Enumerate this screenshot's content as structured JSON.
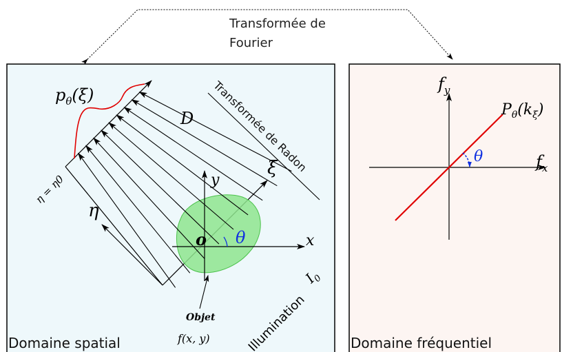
{
  "top_caption": {
    "line1": "Transformée de",
    "line2": "Fourier"
  },
  "spatial_panel": {
    "title": "Domaine spatial",
    "projection_label": "pθ(ξ)",
    "projection_label_base": "p",
    "projection_label_sub": "θ",
    "projection_label_arg": "(ξ)",
    "D_label": "D",
    "radon_label": "Transformée de Radon",
    "xi_label": "ξ",
    "eta_label": "η",
    "eta0_label": "η = η0",
    "y_label": "y",
    "x_label": "x",
    "origin_label": "o",
    "theta_label": "θ",
    "I0_label": "I0",
    "I0_base": "I",
    "I0_sub": "0",
    "illumination_label": "Illumination",
    "objet_label": "Objet",
    "fxy_label": "f(x, y)"
  },
  "frequency_panel": {
    "title": "Domaine fréquentiel",
    "fy_label": "fy",
    "fy_base": "f",
    "fy_sub": "y",
    "fx_label": "fx",
    "fx_base": "f",
    "fx_sub": "x",
    "P_label": "Pθ(kξ)",
    "P_base": "P",
    "P_sub": "θ",
    "P_arg": "(k",
    "P_arg_sub": "ξ",
    "P_close": ")",
    "theta_label": "θ"
  },
  "colors": {
    "spatial_bg": "#eef8fb",
    "frequency_bg": "#fdf5f2",
    "object_fill": "#8ee58e",
    "object_stroke": "#4cc24c",
    "projection_curve": "#e00000",
    "theta_color": "#1030e0",
    "freq_line": "#e00000"
  }
}
